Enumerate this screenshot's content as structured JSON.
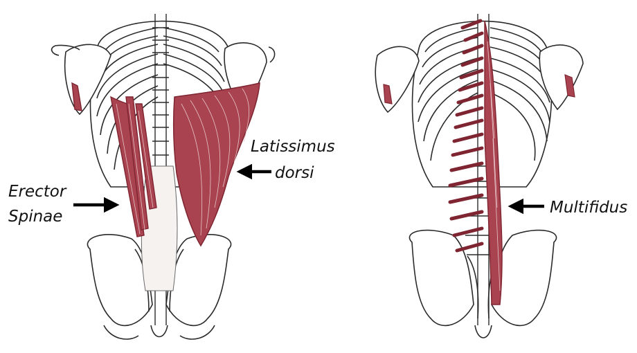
{
  "labels": {
    "latissimus_line1": "Latissimus",
    "latissimus_line2": "dorsi",
    "erector_line1": "Erector",
    "erector_line2": "Spinae",
    "multifidus": "Multifidus"
  },
  "colors": {
    "muscle": "#a8434f",
    "muscle_dark": "#7e2531",
    "bone_line": "#2a2a2a",
    "bone_fill": "#ffffff",
    "arrow": "#000000"
  }
}
